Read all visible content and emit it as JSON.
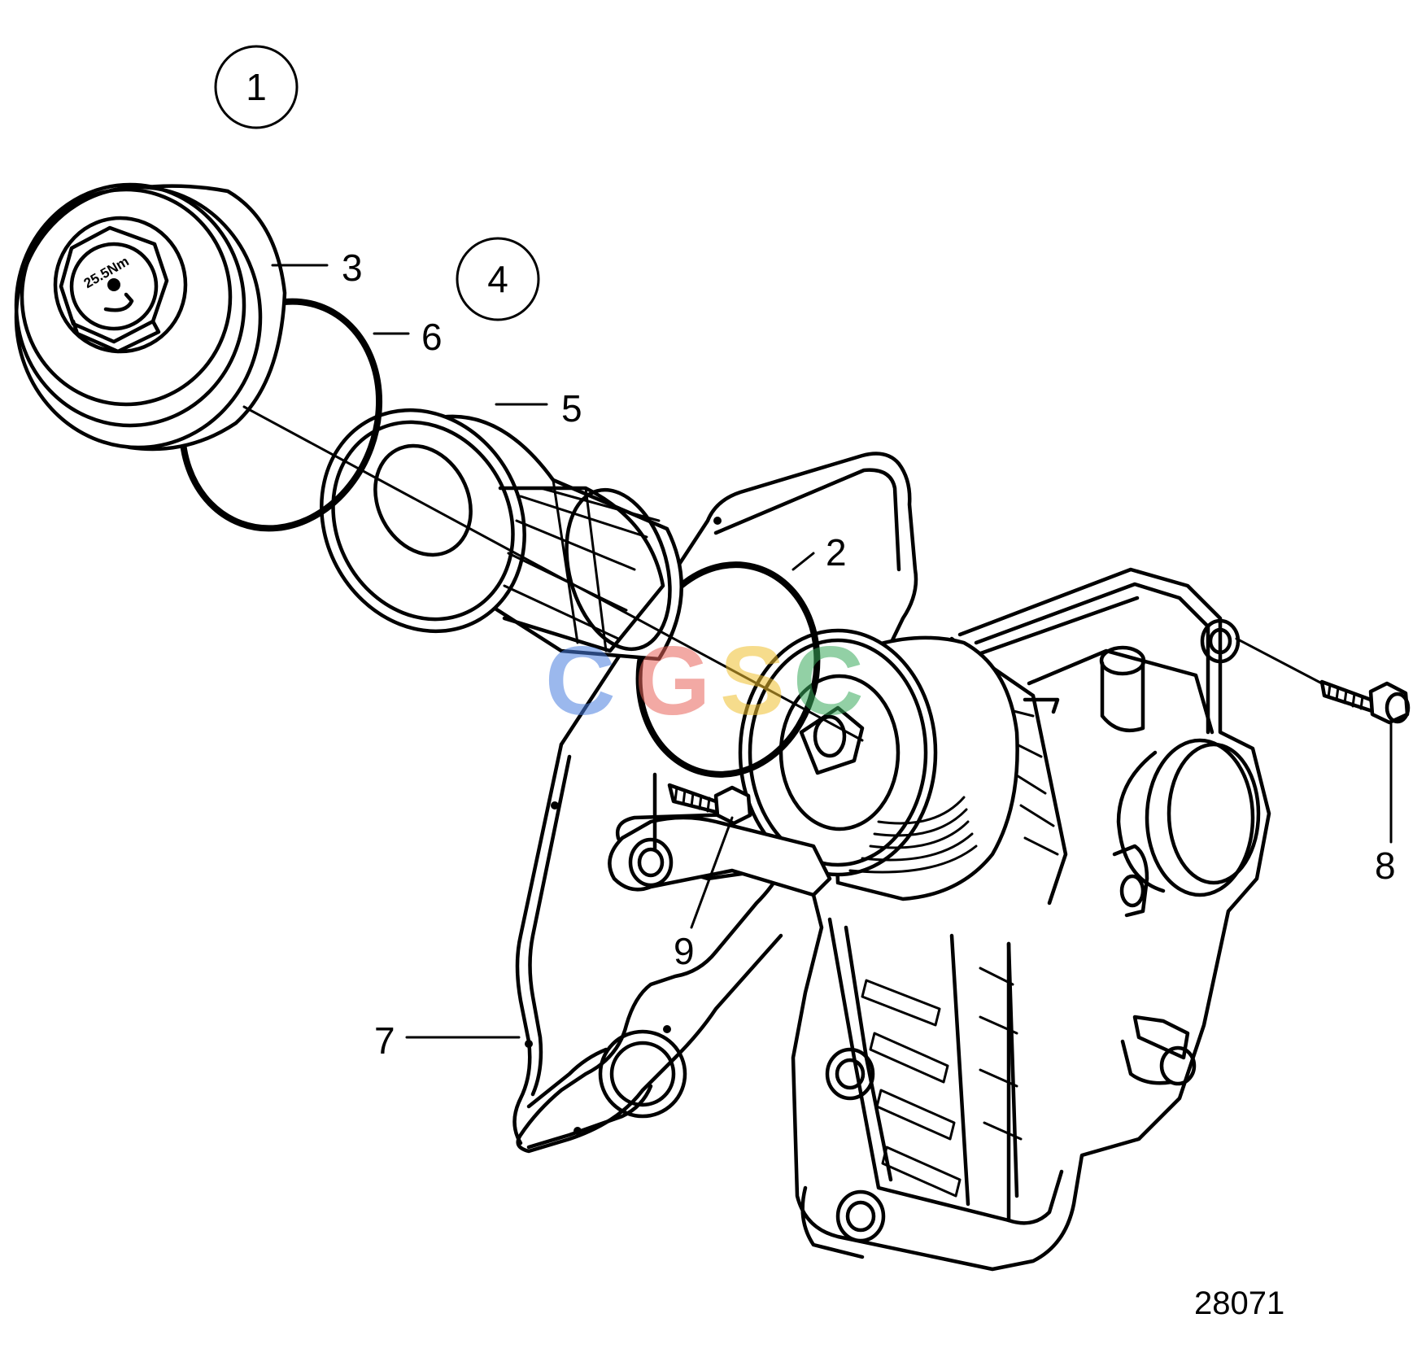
{
  "callouts": [
    {
      "id": "1",
      "text": "1",
      "circled": true
    },
    {
      "id": "4",
      "text": "4",
      "circled": true
    },
    {
      "id": "3",
      "text": "3",
      "circled": false
    },
    {
      "id": "6",
      "text": "6",
      "circled": false
    },
    {
      "id": "5",
      "text": "5",
      "circled": false
    },
    {
      "id": "2",
      "text": "2",
      "circled": false
    },
    {
      "id": "8",
      "text": "8",
      "circled": false
    },
    {
      "id": "9",
      "text": "9",
      "circled": false
    },
    {
      "id": "7",
      "text": "7",
      "circled": false
    }
  ],
  "cap_marking": "25.5Nm",
  "figure_number": "28071",
  "watermark": {
    "letters": [
      "C",
      "G",
      "S",
      "C"
    ],
    "colors": [
      "#4a7fe0",
      "#e8645a",
      "#f0c030",
      "#3aaa5c"
    ]
  }
}
